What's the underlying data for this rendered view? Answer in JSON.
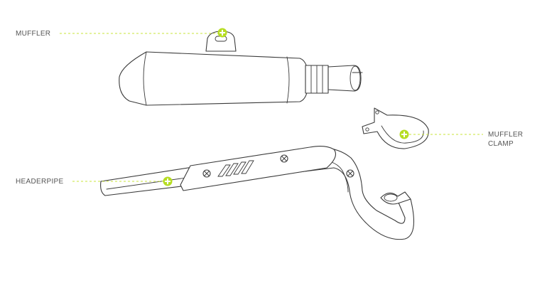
{
  "accent_color": "#b6dd22",
  "hotspot_icon": "plus-circle-icon",
  "callouts": {
    "muffler": {
      "label": "MUFFLER"
    },
    "headerpipe": {
      "label": "HEADERPIPE"
    },
    "muffler_clamp": {
      "label_line1": "MUFFLER",
      "label_line2": "CLAMP"
    }
  }
}
